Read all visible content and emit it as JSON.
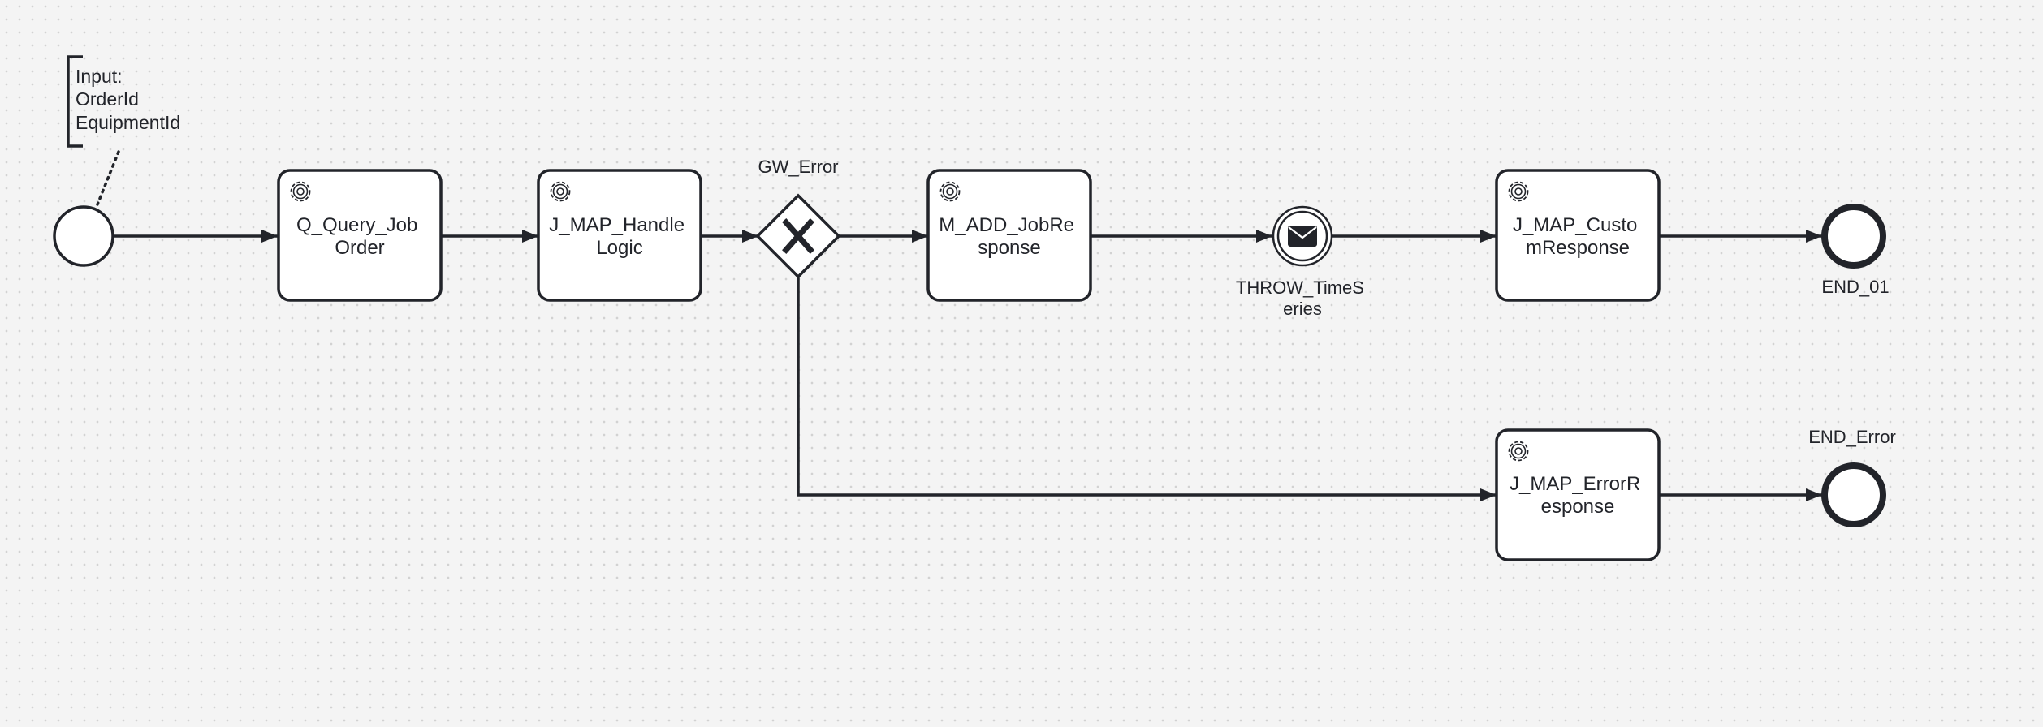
{
  "diagram": {
    "type": "BPMN process",
    "colors": {
      "stroke": "#22242a",
      "fill": "#ffffff",
      "canvas": "#f4f4f4",
      "grid_dot": "#d2d2d2"
    },
    "annotation": {
      "lines": [
        "Input:",
        "OrderId",
        "EquipmentId"
      ]
    },
    "start_event": {
      "kind": "none start event"
    },
    "tasks": {
      "query_job_order": {
        "kind": "service task",
        "icon": "gear-icon",
        "lines": [
          "Q_Query_Job",
          "Order"
        ]
      },
      "map_handle_logic": {
        "kind": "service task",
        "icon": "gear-icon",
        "lines": [
          "J_MAP_Handle",
          "Logic"
        ]
      },
      "add_job_response": {
        "kind": "service task",
        "icon": "gear-icon",
        "lines": [
          "M_ADD_JobRe",
          "sponse"
        ]
      },
      "map_custom_response": {
        "kind": "service task",
        "icon": "gear-icon",
        "lines": [
          "J_MAP_Custo",
          "mResponse"
        ]
      },
      "map_error_response": {
        "kind": "service task",
        "icon": "gear-icon",
        "lines": [
          "J_MAP_ErrorR",
          "esponse"
        ]
      }
    },
    "gateway": {
      "kind": "exclusive gateway",
      "icon": "x-icon",
      "label": "GW_Error"
    },
    "throw_event": {
      "kind": "intermediate message throw event",
      "icon": "envelope-icon",
      "lines": [
        "THROW_TimeS",
        "eries"
      ]
    },
    "end_events": {
      "end_01": {
        "kind": "end event",
        "label": "END_01"
      },
      "end_error": {
        "kind": "end event",
        "label": "END_Error"
      }
    },
    "flows": [
      [
        "start",
        "Q_Query_JobOrder"
      ],
      [
        "Q_Query_JobOrder",
        "J_MAP_HandleLogic"
      ],
      [
        "J_MAP_HandleLogic",
        "GW_Error"
      ],
      [
        "GW_Error",
        "M_ADD_JobResponse"
      ],
      [
        "M_ADD_JobResponse",
        "THROW_TimeSeries"
      ],
      [
        "THROW_TimeSeries",
        "J_MAP_CustomResponse"
      ],
      [
        "J_MAP_CustomResponse",
        "END_01"
      ],
      [
        "GW_Error",
        "J_MAP_ErrorResponse"
      ],
      [
        "J_MAP_ErrorResponse",
        "END_Error"
      ]
    ]
  }
}
